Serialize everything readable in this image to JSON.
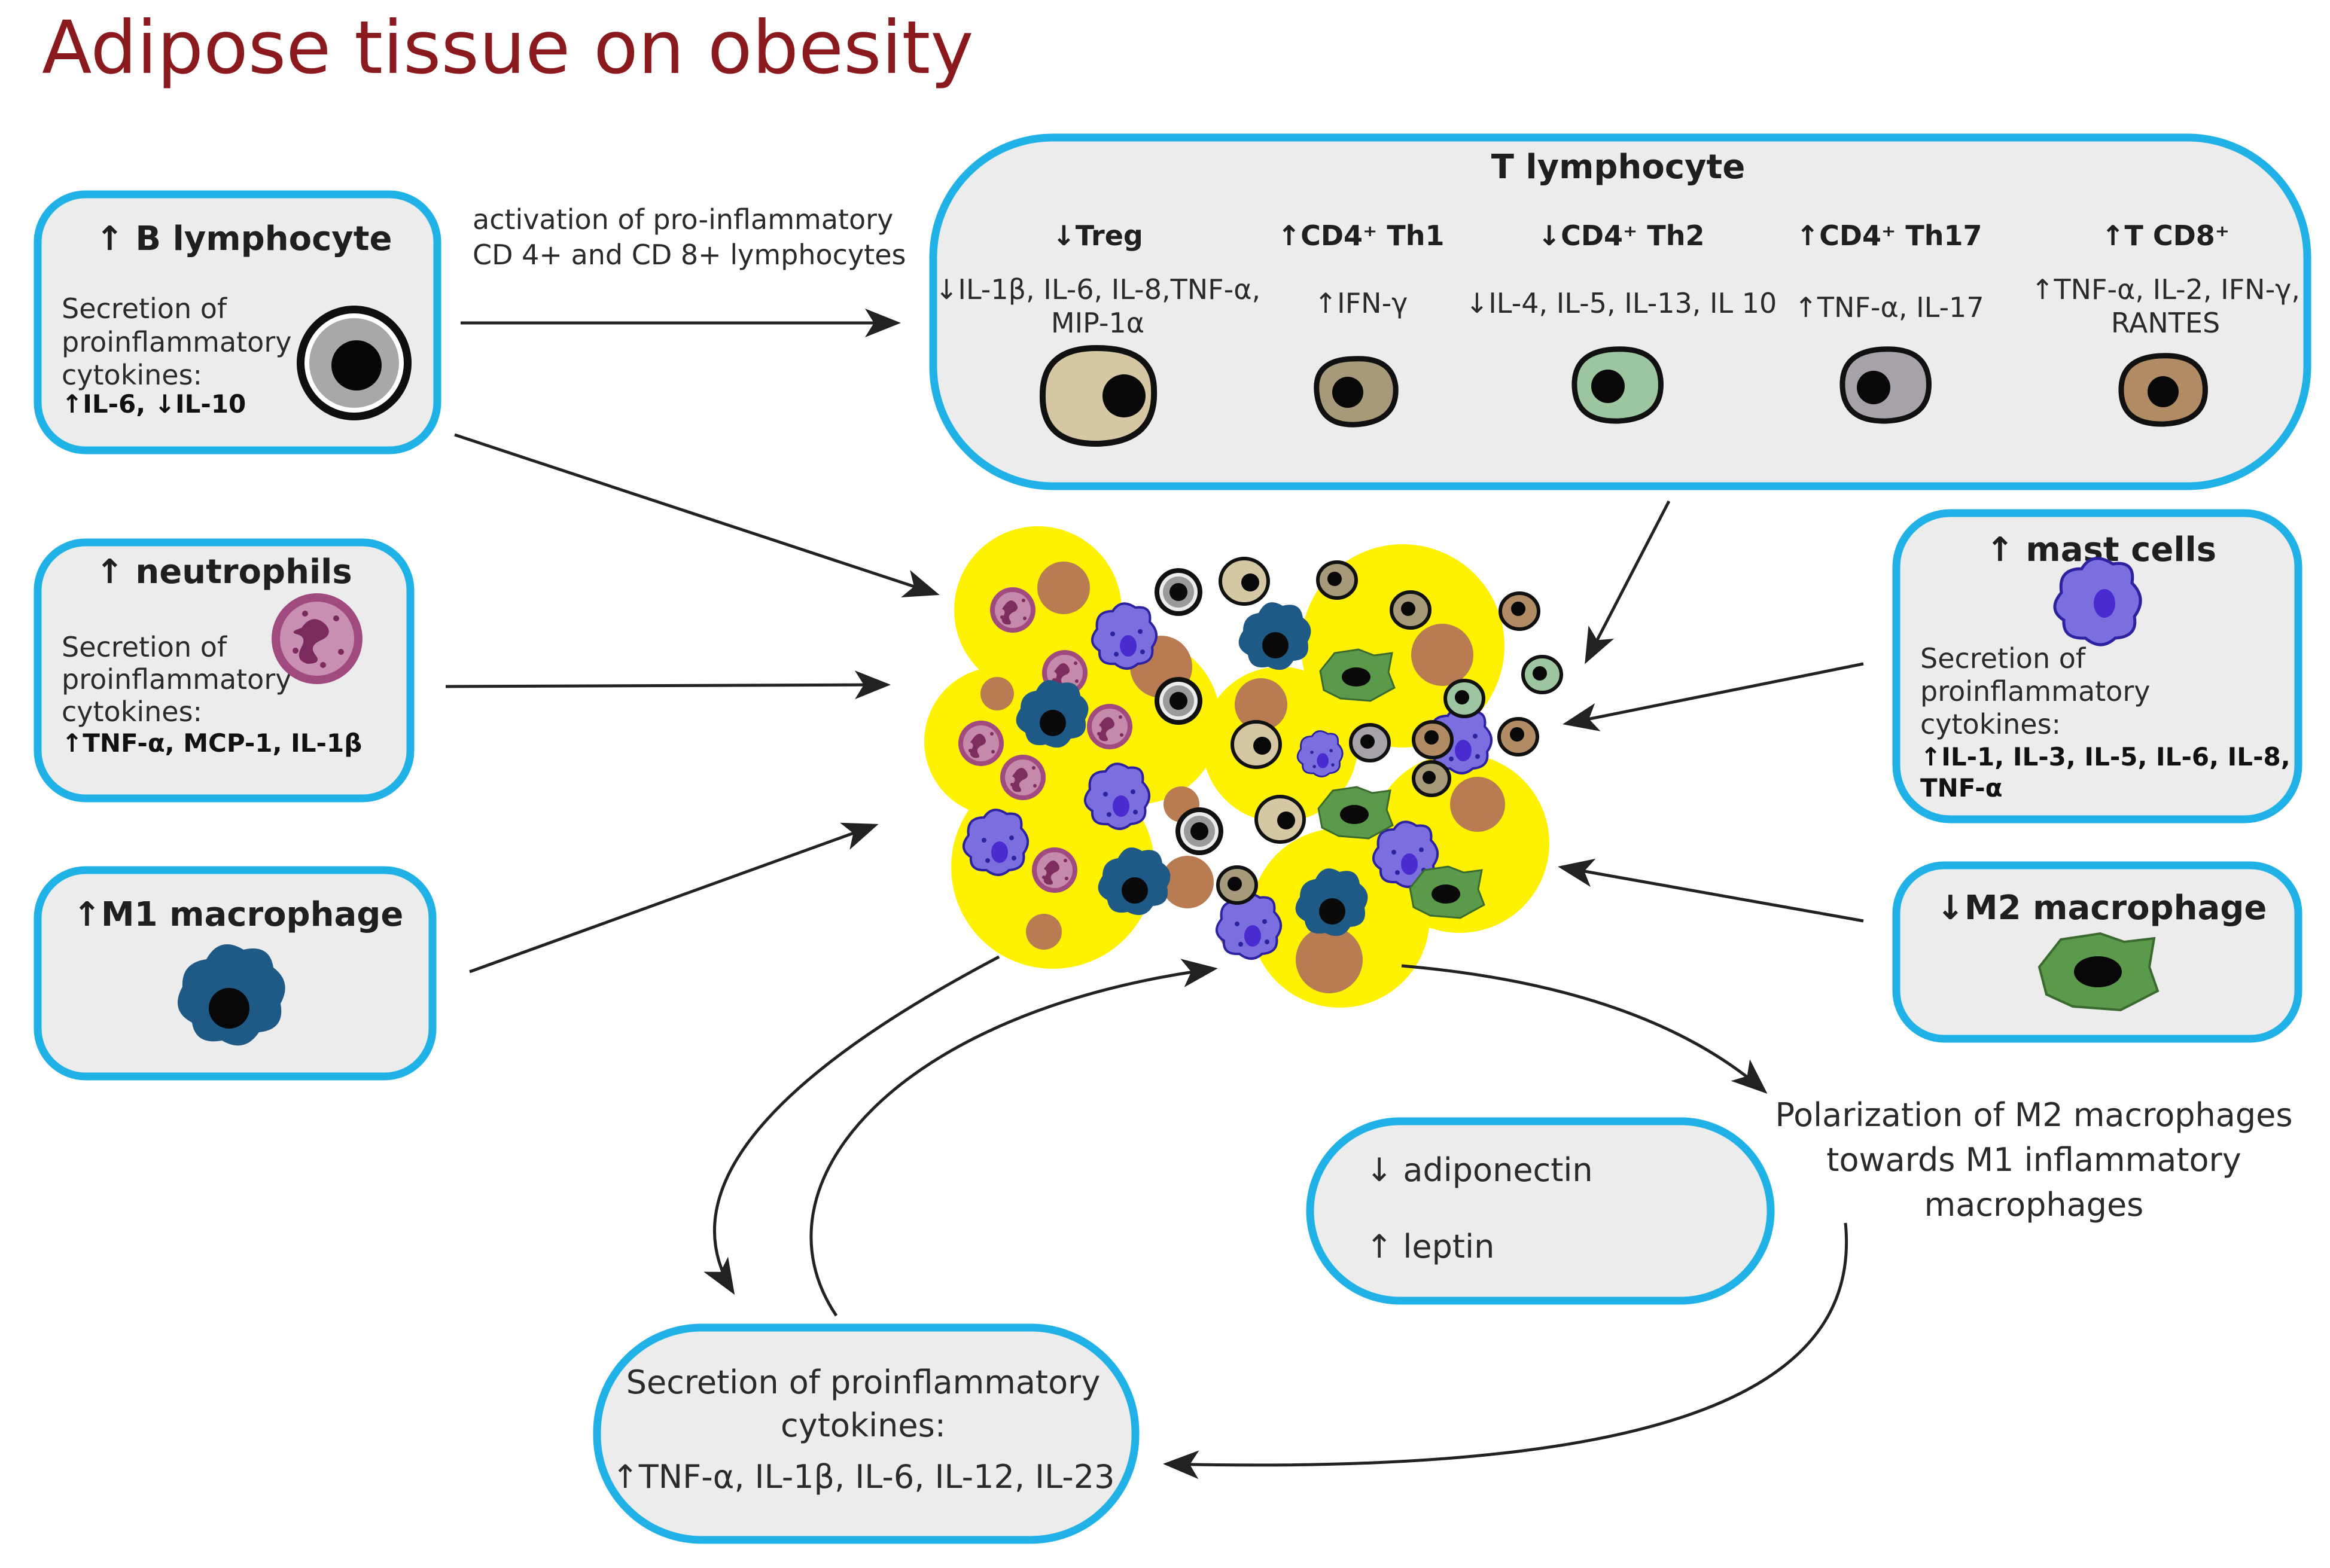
{
  "title": "Adipose tissue on obesity",
  "b_lymphocyte": {
    "header": "↑ B lymphocyte",
    "lines": [
      "Secretion of",
      "proinflammatory",
      "cytokines:"
    ],
    "cytokines": "↑IL-6, ↓IL-10"
  },
  "neutrophils": {
    "header": "↑ neutrophils",
    "lines": [
      "Secretion of",
      "proinflammatory",
      "cytokines:"
    ],
    "cytokines": "↑TNF-α, MCP-1, IL-1β"
  },
  "m1_macrophage": {
    "header": "↑M1 macrophage"
  },
  "activation_text": [
    "activation of pro-inflammatory",
    "CD 4+ and CD 8+ lymphocytes"
  ],
  "t_lymphocyte": {
    "header": "T lymphocyte",
    "columns": [
      {
        "label": "↓Treg",
        "cytokines": [
          "↓IL-1β, IL-6, IL-8,TNF-α,",
          "MIP-1α"
        ],
        "color": "#d5c7a3"
      },
      {
        "label": "↑CD4⁺ Th1",
        "cytokines": [
          "↑IFN-γ"
        ],
        "color": "#a69a7b"
      },
      {
        "label": "↓CD4⁺ Th2",
        "cytokines": [
          "↓IL-4, IL-5, IL-13, IL 10"
        ],
        "color": "#9dc59f"
      },
      {
        "label": "↑CD4⁺ Th17",
        "cytokines": [
          "↑TNF-α, IL-17"
        ],
        "color": "#a7a2aa"
      },
      {
        "label": "↑T CD8⁺",
        "cytokines": [
          "↑TNF-α, IL-2, IFN-γ,",
          "RANTES"
        ],
        "color": "#b08b63"
      }
    ]
  },
  "mast_cells": {
    "header": "↑ mast cells",
    "lines": [
      "Secretion of",
      "proinflammatory",
      "cytokines:"
    ],
    "cytokines": [
      "↑IL-1, IL-3, IL-5, IL-6, IL-8,",
      "TNF-α"
    ]
  },
  "m2_macrophage": {
    "header": "↓M2 macrophage"
  },
  "polarization_text": [
    "Polarization of M2 macrophages",
    "towards M1 inflammatory",
    "macrophages"
  ],
  "adipokines": {
    "adiponectin": "↓ adiponectin",
    "leptin": "↑ leptin"
  },
  "secretion_box": {
    "lines": [
      "Secretion of proinflammatory",
      "cytokines:"
    ],
    "cytokines": "↑TNF-α, IL-1β, IL-6, IL-12, IL-23"
  },
  "colors": {
    "title": "#8b1a1f",
    "box_border": "#20b1e6",
    "box_fill": "#ececec",
    "adipocyte": "#fff200",
    "lipid": "#b97b52",
    "m1_macrophage": "#1f5a87",
    "m2_macrophage": "#5a9a4a",
    "mast_cell": "#7b6fe0",
    "neutrophil": "#a04a80"
  }
}
